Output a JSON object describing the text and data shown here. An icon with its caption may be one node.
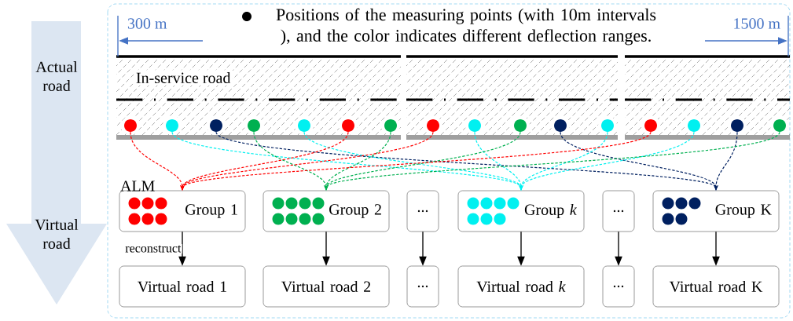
{
  "diagram": {
    "nodes": [
      {
        "text": [
          "Actual road",
          "Virtual road"
        ]
      },
      {
        "text": [],
        "shape": "circle"
      },
      {
        "text": [],
        "shape": "circle"
      },
      {
        "text": [],
        "shape": "circle"
      },
      {
        "text": [],
        "shape": "circle"
      },
      {
        "text": [],
        "shape": "circle"
      },
      {
        "text": [],
        "shape": "circle"
      },
      {
        "text": [],
        "shape": "circle"
      },
      {
        "text": [],
        "shape": "circle"
      },
      {
        "text": [],
        "shape": "circle"
      },
      {
        "text": [],
        "shape": "circle"
      },
      {
        "text": [],
        "shape": "circle"
      },
      {
        "text": [],
        "shape": "circle"
      },
      {
        "text": [],
        "shape": "circle"
      },
      {
        "text": [],
        "shape": "circle"
      },
      {
        "text": [],
        "shape": "circle"
      },
      {
        "text": [],
        "shape": "circle"
      },
      {
        "text": [
          "Group 1"
        ]
      },
      {
        "text": [
          "Group 2"
        ]
      },
      {
        "text": [
          "..."
        ]
      },
      {
        "text": [
          "Group *k*"
        ]
      },
      {
        "text": [
          "..."
        ]
      },
      {
        "text": [
          "Group K"
        ]
      },
      {
        "text": [
          "Virtual road 1"
        ]
      },
      {
        "text": [
          "Virtual road 2"
        ]
      },
      {
        "text": [
          "..."
        ]
      },
      {
        "text": [
          "Virtual road *k*"
        ]
      },
      {
        "text": [
          "..."
        ]
      },
      {
        "text": [
          "Virtual road K"
        ]
      }
    ],
    "edges": [
      {
        "from": 1,
        "to": 17,
        "arrow": "to",
        "style": "dashed",
        "color": "#ff0000"
      },
      {
        "from": 2,
        "to": 20,
        "arrow": "to",
        "style": "dashed",
        "color": "#00f0f0"
      },
      {
        "from": 3,
        "to": 22,
        "arrow": "to",
        "style": "dashed",
        "color": "#002060"
      },
      {
        "from": 4,
        "to": 18,
        "arrow": "to",
        "style": "dashed",
        "color": "#00b050"
      },
      {
        "from": 5,
        "to": 20,
        "arrow": "to",
        "style": "dashed",
        "color": "#00f0f0"
      },
      {
        "from": 6,
        "to": 17,
        "arrow": "to",
        "style": "dashed",
        "color": "#ff0000"
      },
      {
        "from": 7,
        "to": 18,
        "arrow": "to",
        "style": "dashed",
        "color": "#00b050"
      },
      {
        "from": 8,
        "to": 17,
        "arrow": "to",
        "style": "dashed",
        "color": "#ff0000"
      },
      {
        "from": 9,
        "to": 20,
        "arrow": "to",
        "style": "dashed",
        "color": "#00f0f0"
      },
      {
        "from": 10,
        "to": 18,
        "arrow": "to",
        "style": "dashed",
        "color": "#00b050"
      },
      {
        "from": 11,
        "to": 22,
        "arrow": "to",
        "style": "dashed",
        "color": "#002060"
      },
      {
        "from": 12,
        "to": 20,
        "arrow": "to",
        "style": "dashed",
        "color": "#00f0f0"
      },
      {
        "from": 13,
        "to": 17,
        "arrow": "to",
        "style": "dashed",
        "color": "#ff0000"
      },
      {
        "from": 14,
        "to": 20,
        "arrow": "to",
        "style": "dashed",
        "color": "#00f0f0"
      },
      {
        "from": 15,
        "to": 22,
        "arrow": "to",
        "style": "dashed",
        "color": "#002060"
      },
      {
        "from": 16,
        "to": 18,
        "arrow": "to",
        "style": "dashed",
        "color": "#00b050"
      },
      {
        "from": 17,
        "to": 23,
        "arrow": "to",
        "label": "reconstruct"
      },
      {
        "from": 18,
        "to": 24,
        "arrow": "to"
      },
      {
        "from": 19,
        "to": 25,
        "arrow": "to"
      },
      {
        "from": 20,
        "to": 26,
        "arrow": "to"
      },
      {
        "from": 21,
        "to": 27,
        "arrow": "to"
      },
      {
        "from": 22,
        "to": 28,
        "arrow": "to"
      }
    ],
    "labels": [
      "300 m",
      "Positions of the measuring points (with 10m intervals ), and the color indicates different deflection ranges.",
      "1500 m",
      "In-service road",
      "ALM"
    ]
  }
}
